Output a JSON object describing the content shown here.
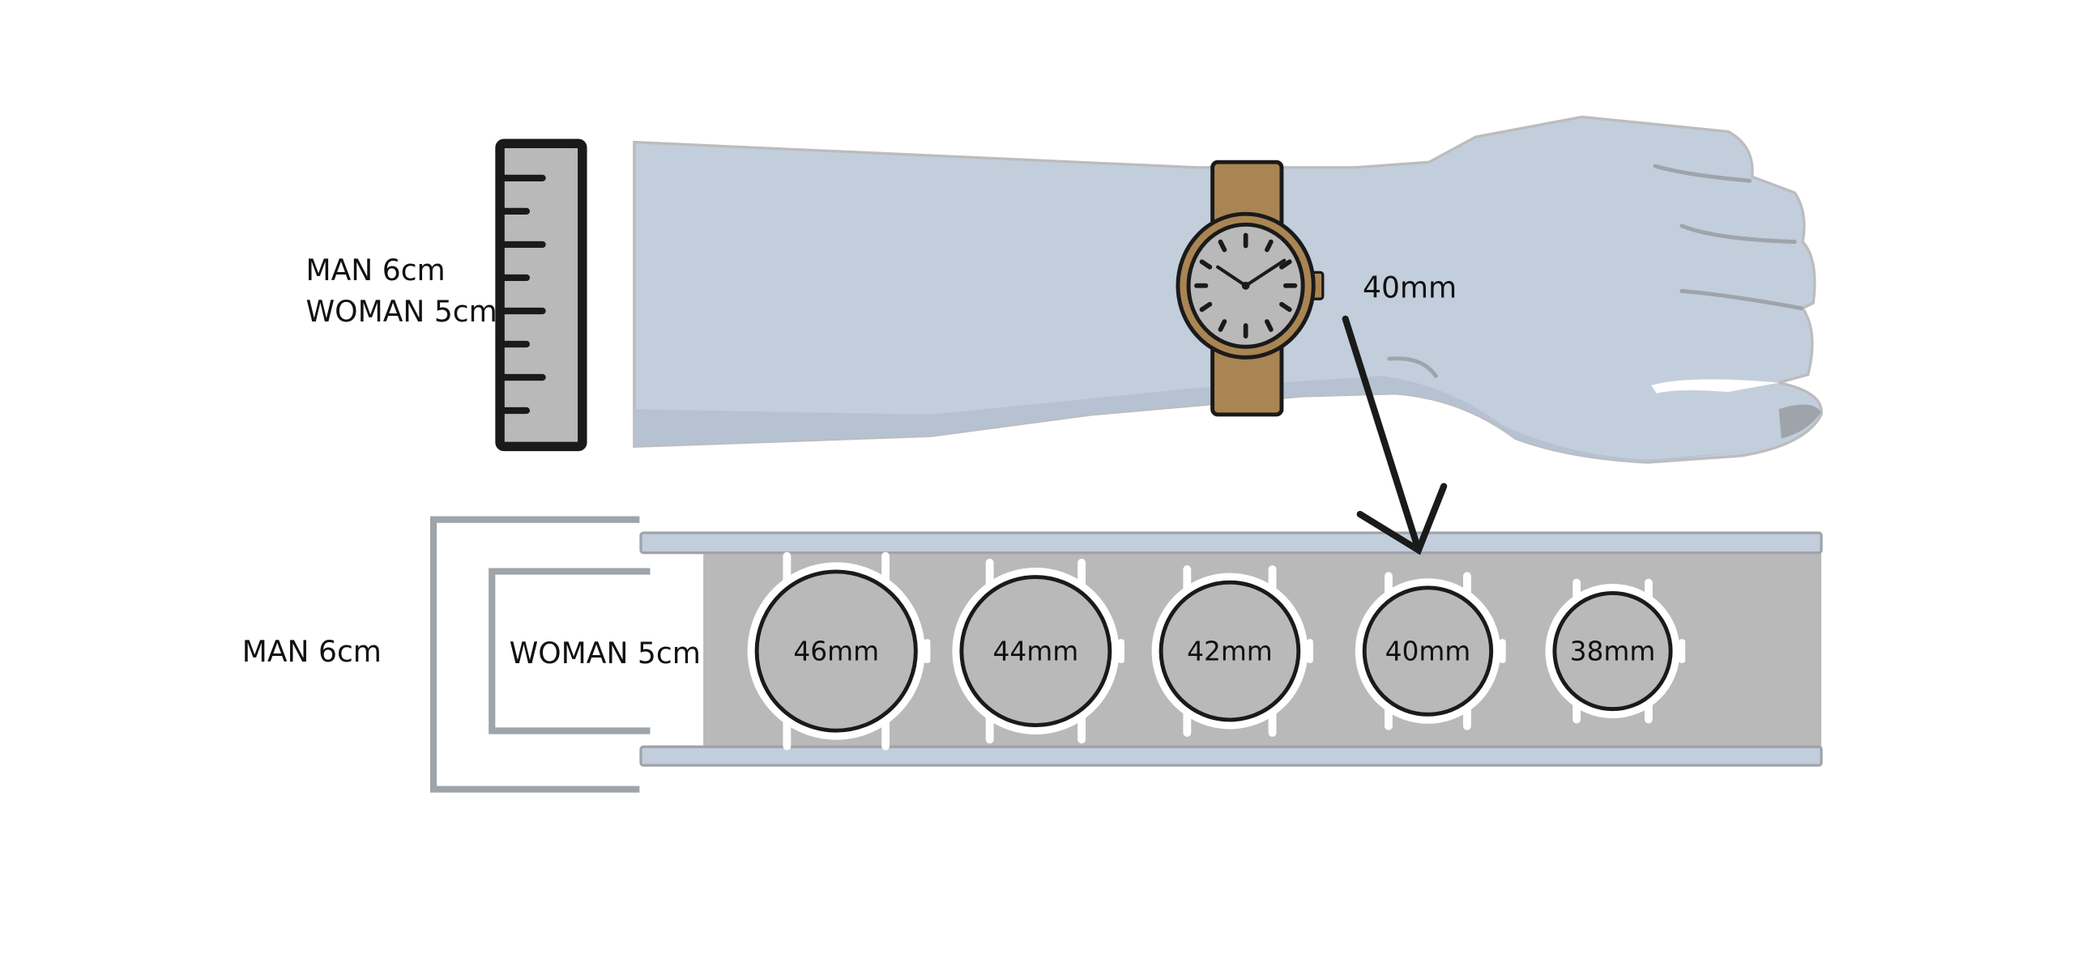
{
  "ruler_labels": {
    "man": "MAN 6cm",
    "woman": "WOMAN 5cm"
  },
  "wrist_watch_label": "40mm",
  "band_labels": {
    "man": "MAN 6cm",
    "woman": "WOMAN 5cm"
  },
  "watches": [
    {
      "label": "46mm",
      "size_mm": 46
    },
    {
      "label": "44mm",
      "size_mm": 44
    },
    {
      "label": "42mm",
      "size_mm": 42
    },
    {
      "label": "40mm",
      "size_mm": 40
    },
    {
      "label": "38mm",
      "size_mm": 38
    }
  ],
  "colors": {
    "skin": "#c2cedc",
    "strap": "#a98553",
    "band_fill": "#b9b9b9",
    "bracket": "#9ea4aa",
    "ink": "#1a1a1a"
  }
}
